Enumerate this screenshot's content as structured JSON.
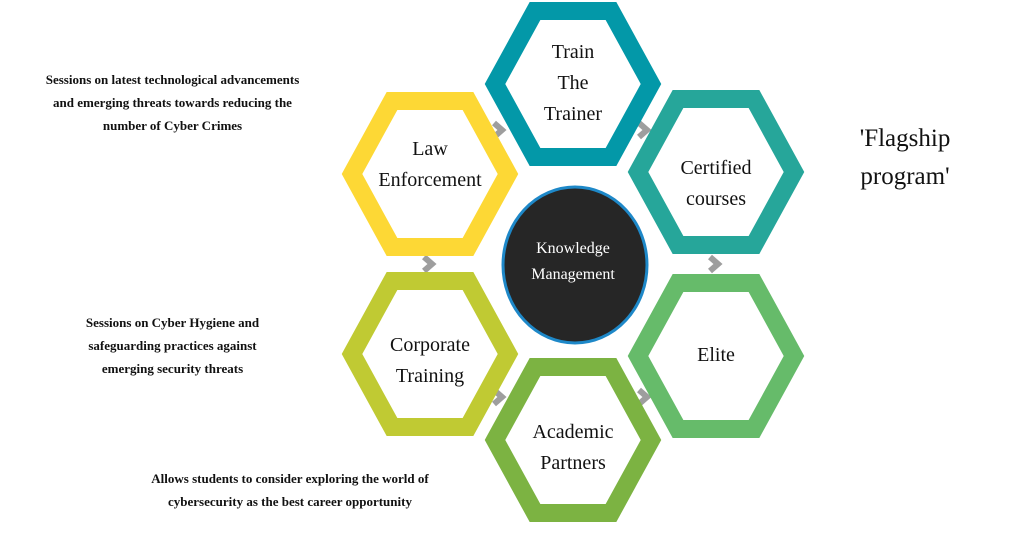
{
  "center": {
    "line1": "Knowledge",
    "line2": "Management",
    "fill": "#262626",
    "border": "#1e88c8"
  },
  "hexagons": [
    {
      "id": "train",
      "lines": [
        "Train",
        "The",
        "Trainer"
      ],
      "color": "#0398a8"
    },
    {
      "id": "certified",
      "lines": [
        "Certified",
        "courses"
      ],
      "color": "#26a69a"
    },
    {
      "id": "elite",
      "lines": [
        "Elite"
      ],
      "color": "#66bb6a"
    },
    {
      "id": "academic",
      "lines": [
        "Academic",
        "Partners"
      ],
      "color": "#7cb342"
    },
    {
      "id": "corporate",
      "lines": [
        "Corporate",
        "Training"
      ],
      "color": "#c0ca33"
    },
    {
      "id": "law",
      "lines": [
        "Law",
        "Enforcement"
      ],
      "color": "#fdd835"
    }
  ],
  "connector_color": "#9e9e9e",
  "notes": {
    "law": [
      "Sessions on latest technological advancements",
      "and emerging threats towards reducing the",
      "number of Cyber Crimes"
    ],
    "corporate": [
      "Sessions on Cyber Hygiene and",
      "safeguarding practices against",
      "emerging security threats"
    ],
    "academic": [
      "Allows students to consider exploring the world of",
      "cybersecurity as the best career opportunity"
    ]
  },
  "flagship": [
    "'Flagship",
    "program'"
  ]
}
